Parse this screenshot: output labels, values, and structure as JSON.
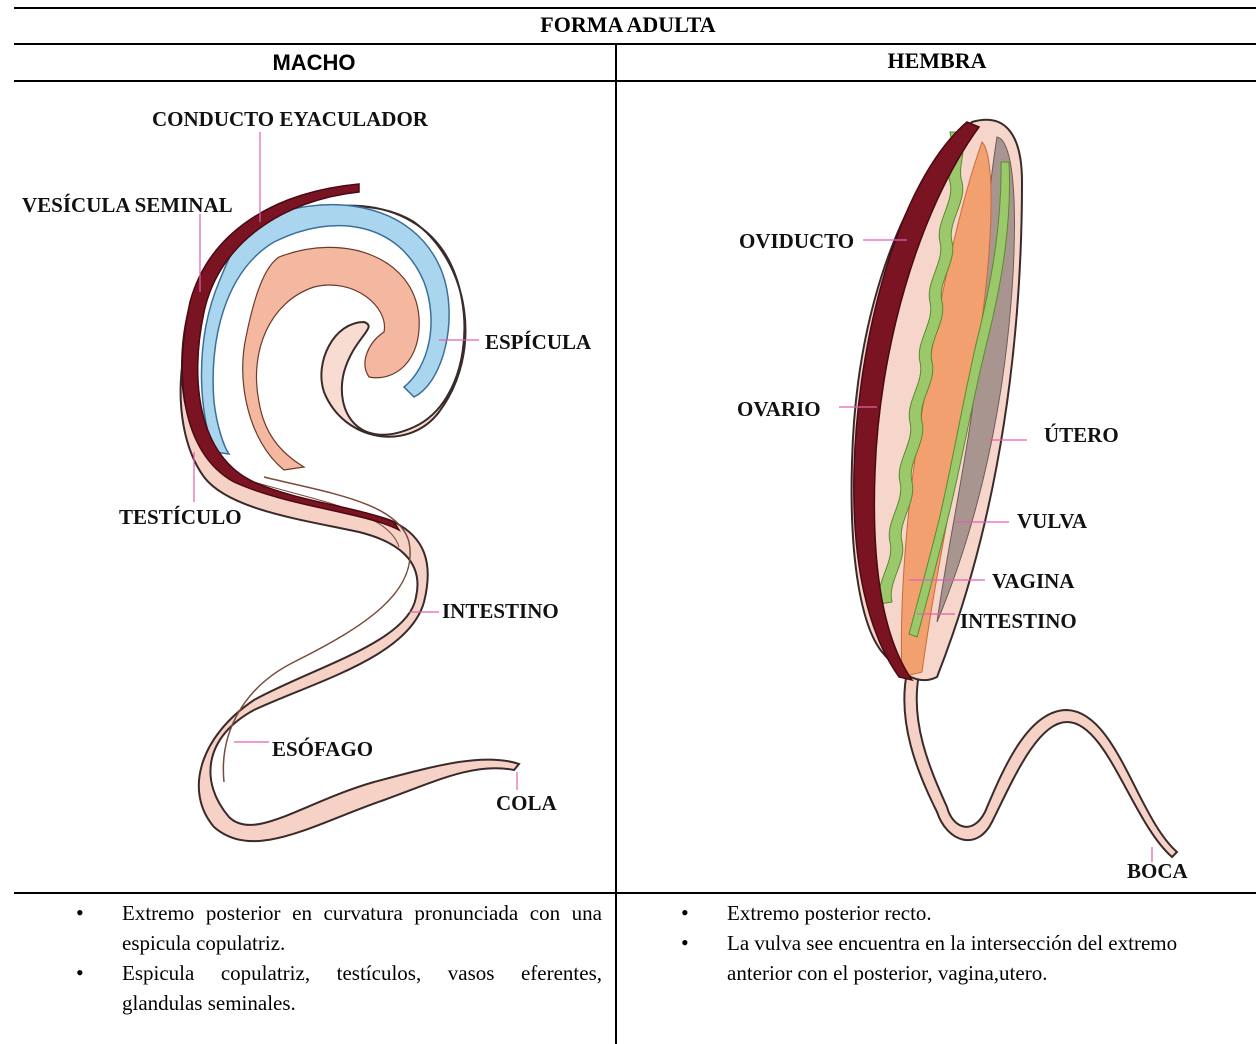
{
  "table": {
    "title": "FORMA ADULTA",
    "columns": [
      {
        "heading": "MACHO",
        "labels": {
          "conducto": "CONDUCTO EYACULADOR",
          "vesicula": "VESÍCULA SEMINAL",
          "espicula": "ESPÍCULA",
          "testiculo": "TESTÍCULO",
          "intestino": "INTESTINO",
          "esofago": "ESÓFAGO",
          "cola": "COLA"
        },
        "notes": [
          "Extremo posterior en curvatura pronunciada con una espicula copulatriz.",
          "Espicula copulatriz, testículos, vasos eferentes, glandulas seminales."
        ]
      },
      {
        "heading": "HEMBRA",
        "labels": {
          "oviducto": "OVIDUCTO",
          "ovario": "OVARIO",
          "utero": "ÚTERO",
          "vulva": "VULVA",
          "vagina": "VAGINA",
          "intestino": "INTESTINO",
          "boca": "BOCA"
        },
        "notes": [
          "Extremo posterior recto.",
          "La vulva see encuentra en la intersección del extremo anterior con el posterior, vagina,utero."
        ]
      }
    ]
  },
  "colors": {
    "body_fill": "#f6d6cb",
    "body_outline": "#3a2a2a",
    "dorsal_band": "#7a1422",
    "blue_duct": "#a9d6ee",
    "salmon_organ": "#f2a07a",
    "green_duct": "#9ac86a",
    "uterus_fill": "#a89590",
    "pointer_line": "#e060b0"
  }
}
